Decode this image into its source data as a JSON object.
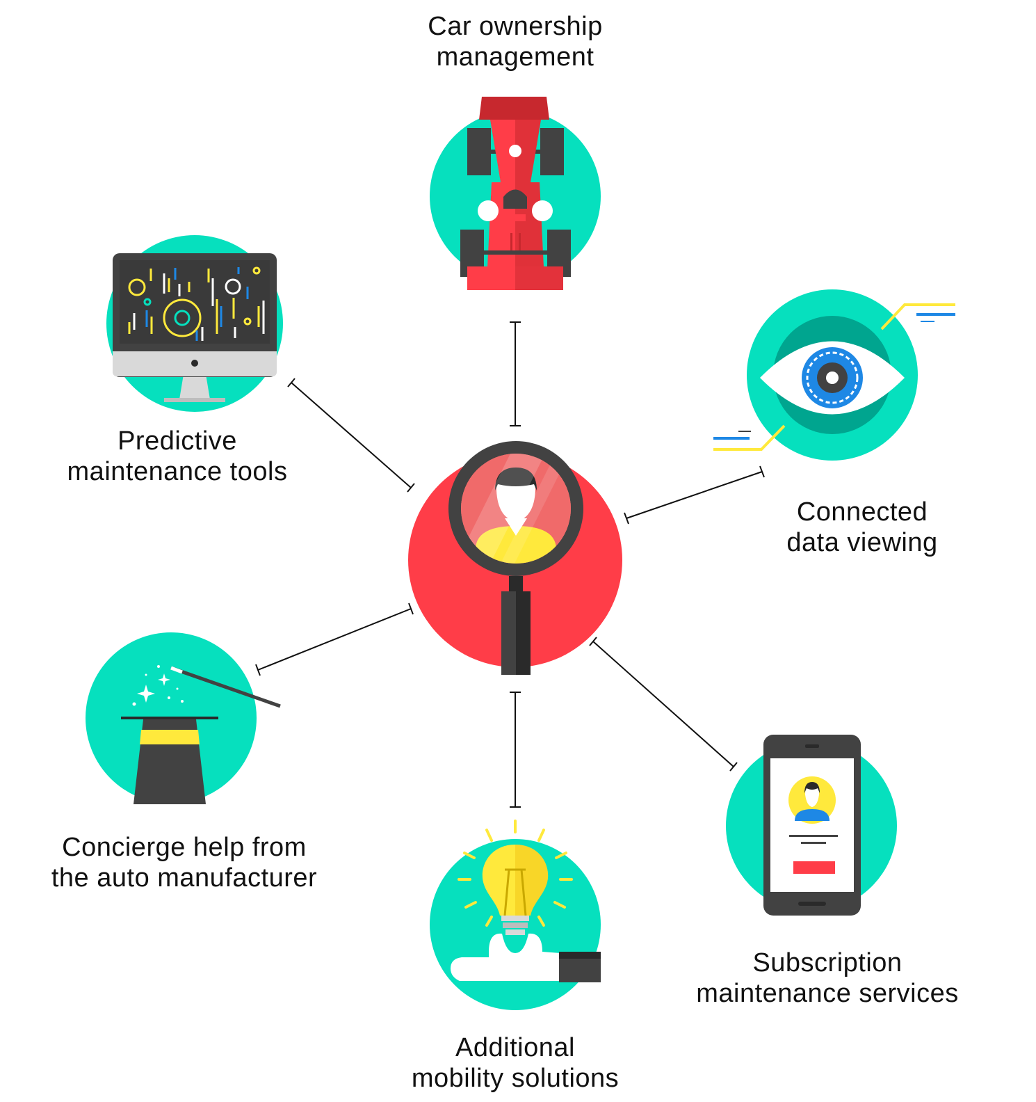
{
  "colors": {
    "teal": "#06E0BE",
    "teal_dark": "#00A58F",
    "red": "#FF3D48",
    "red_dark": "#C7282E",
    "dark_gray": "#424242",
    "light_gray": "#D9D9D9",
    "yellow": "#FFE93C",
    "blue": "#1E88E5",
    "line": "#111111"
  },
  "center": {
    "icon": "magnifier-person-icon"
  },
  "nodes": [
    {
      "id": "car",
      "icon": "race-car-icon",
      "lines": [
        "Car ownership",
        "management"
      ]
    },
    {
      "id": "data",
      "icon": "eye-icon",
      "lines": [
        "Connected",
        "data viewing"
      ]
    },
    {
      "id": "subscription",
      "icon": "smartphone-profile-icon",
      "lines": [
        "Subscription",
        "maintenance services"
      ]
    },
    {
      "id": "mobility",
      "icon": "lightbulb-hand-icon",
      "lines": [
        "Additional",
        "mobility solutions"
      ]
    },
    {
      "id": "concierge",
      "icon": "magic-hat-icon",
      "lines": [
        "Concierge help from",
        "the auto manufacturer"
      ]
    },
    {
      "id": "predictive",
      "icon": "computer-monitor-icon",
      "lines": [
        "Predictive",
        "maintenance tools"
      ]
    }
  ]
}
